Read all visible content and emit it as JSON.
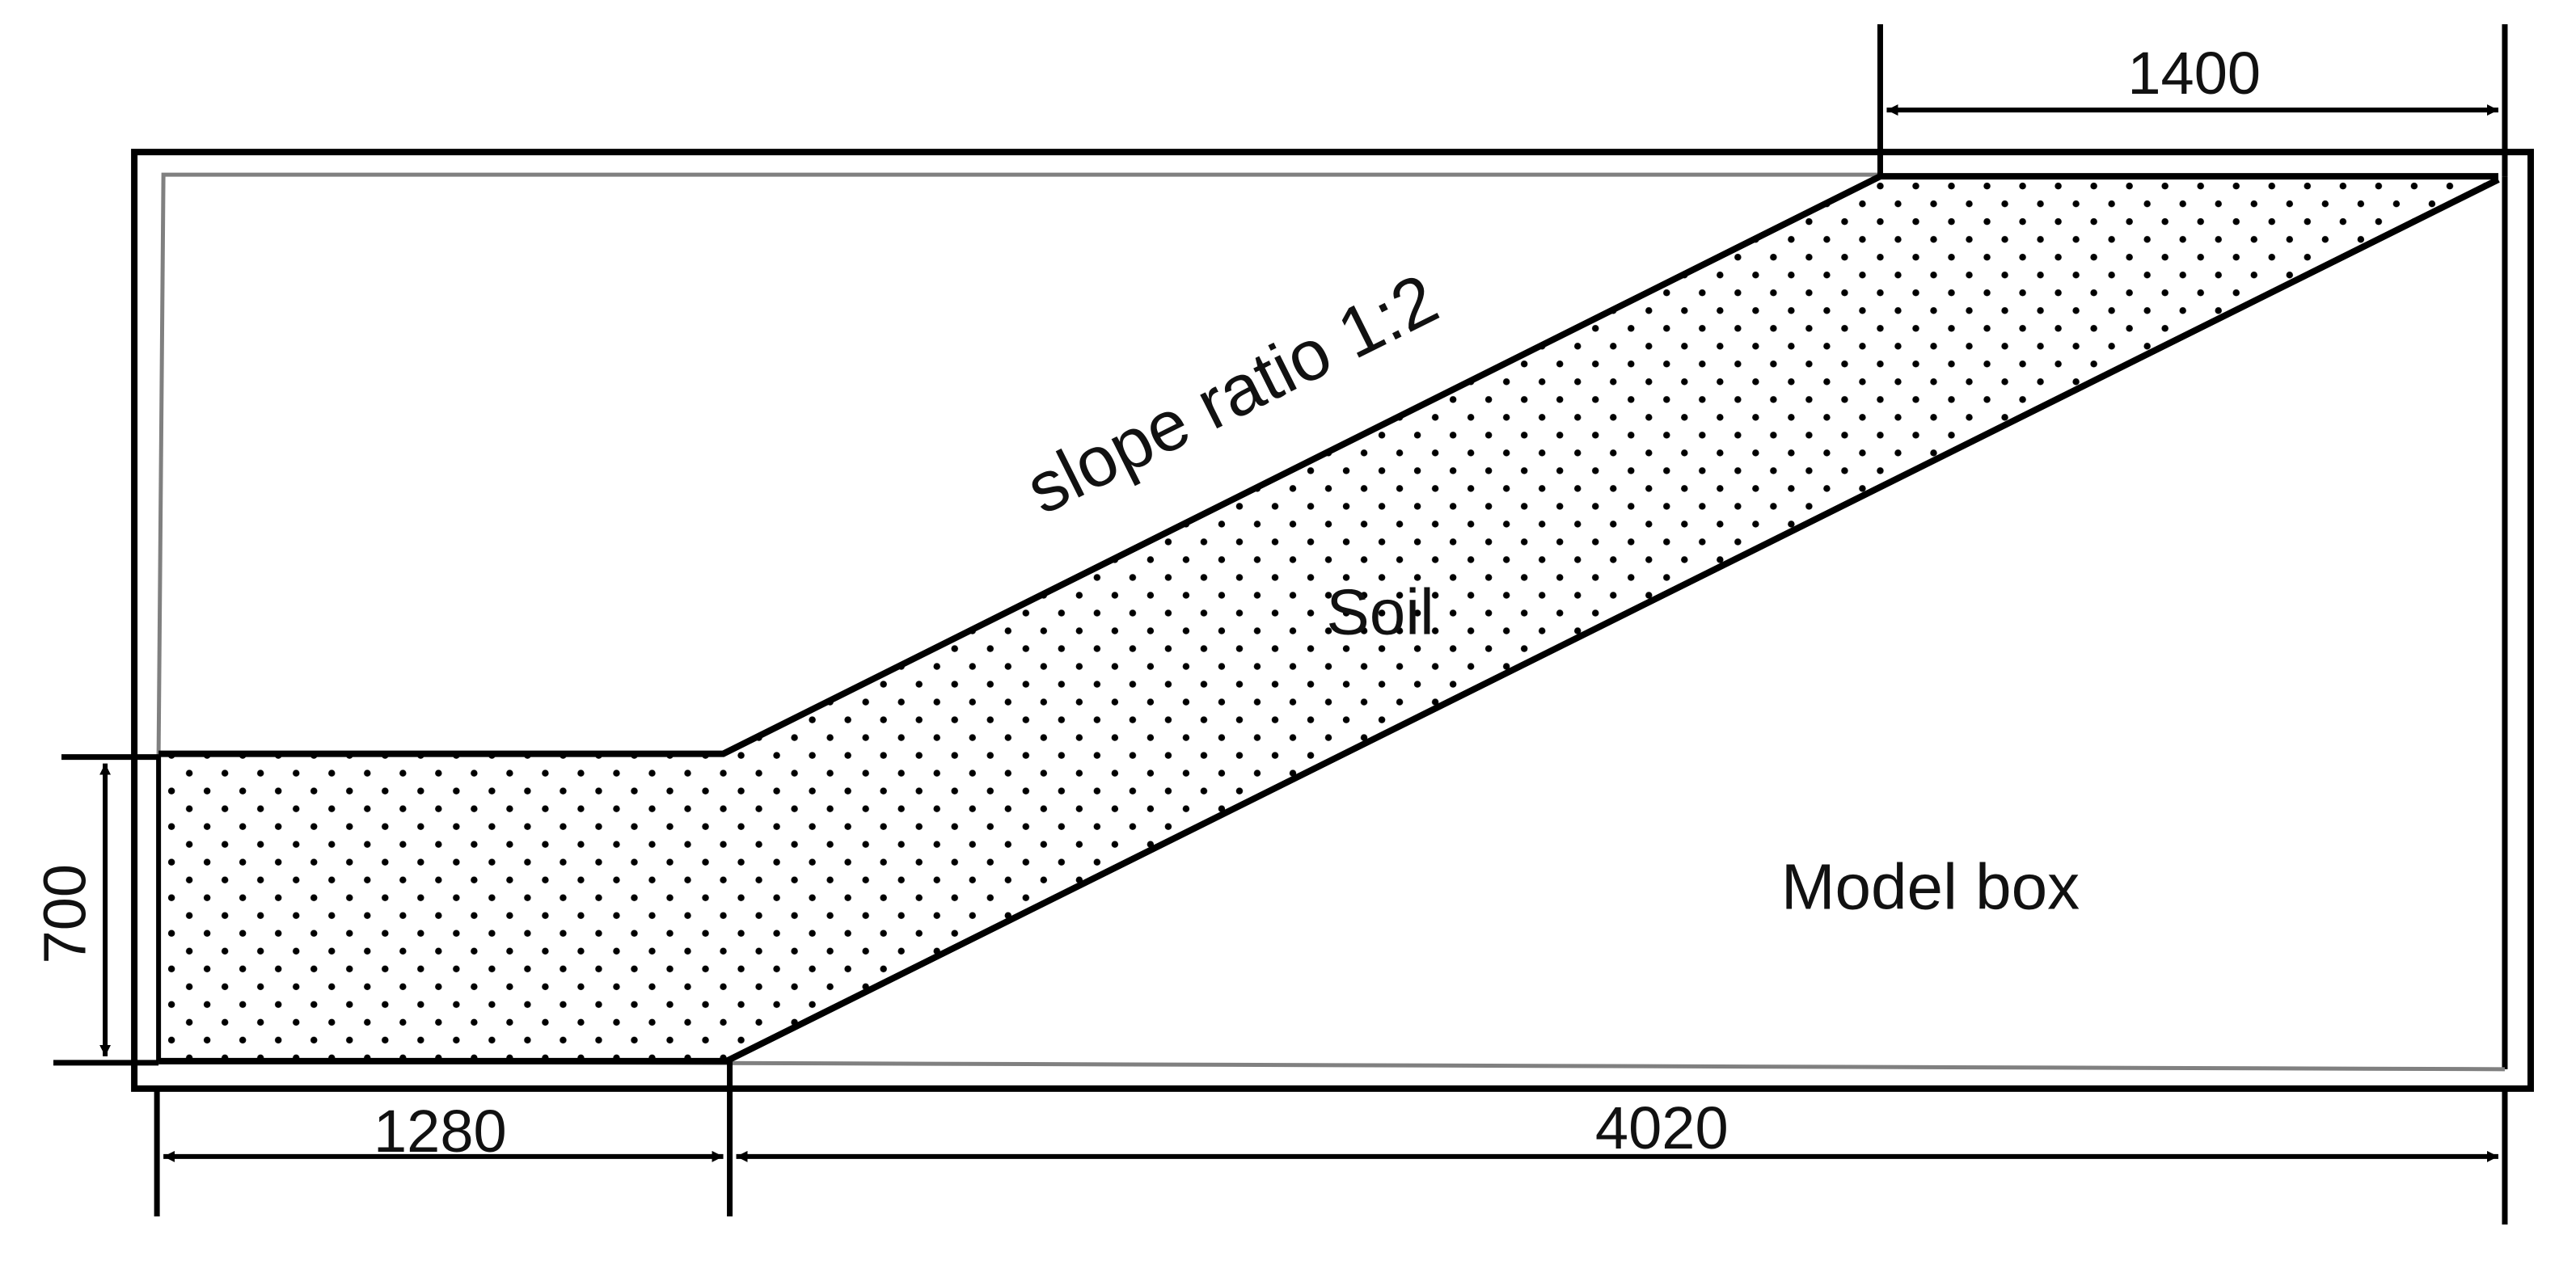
{
  "colors": {
    "line": "#000000",
    "inner_wall": "#808080",
    "soil_dots": "#000000",
    "background": "#ffffff"
  },
  "labels": {
    "slope": "slope ratio 1:2",
    "soil": "Soil",
    "box": "Model box"
  },
  "dimensions": {
    "top_width": "1400",
    "height": "700",
    "left_width": "1280",
    "right_width": "4020"
  }
}
